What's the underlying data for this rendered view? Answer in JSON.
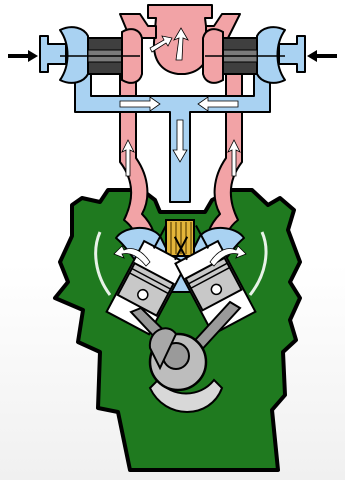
{
  "diagram": {
    "kind": "twin-turbocharged V engine schematic",
    "components": [
      "left-turbocharger",
      "right-turbocharger",
      "exhaust-manifold",
      "intake-manifold",
      "intercooler",
      "engine-block",
      "left-piston",
      "right-piston",
      "crankshaft"
    ],
    "colors": {
      "intake_air": "#a9d2f2",
      "exhaust_gas": "#f2a3a6",
      "engine_block": "#1f7a1f",
      "outline": "#000000",
      "turbo_housing": "#7a7a7a",
      "turbo_core": "#3f3f3f",
      "intercooler": "#e3b53a",
      "piston_metal": "#c8c8c8",
      "flow_arrow": "#ffffff"
    }
  }
}
